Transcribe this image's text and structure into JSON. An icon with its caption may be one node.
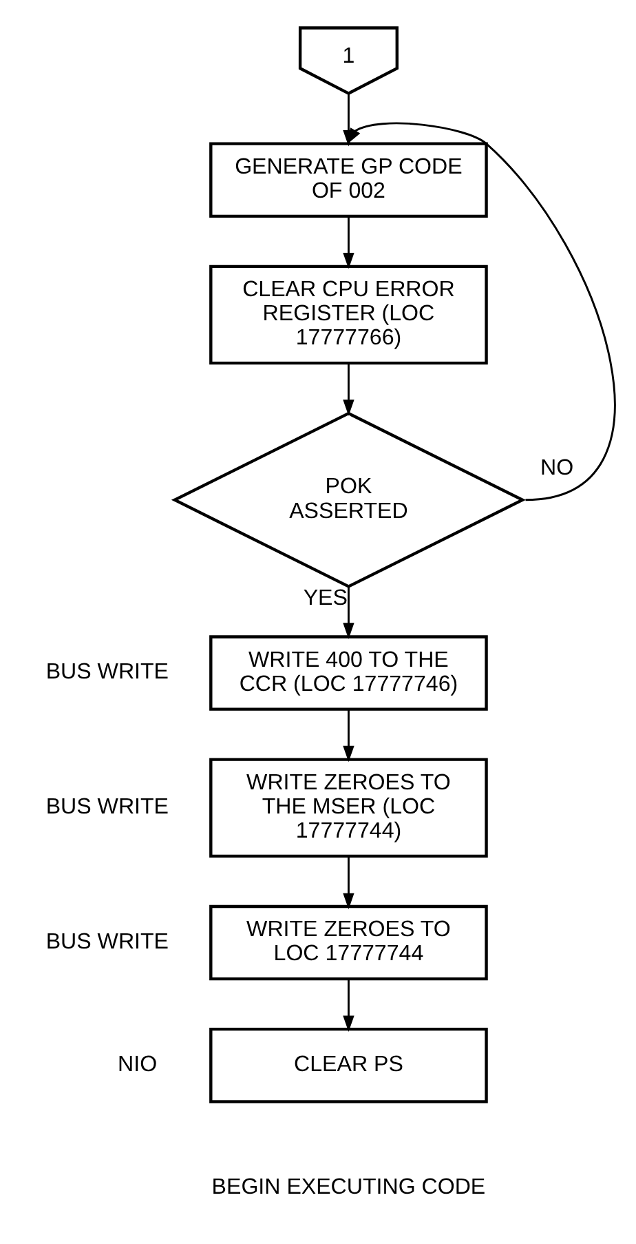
{
  "diagram": {
    "nodes": [
      {
        "text": [
          "1"
        ]
      },
      {
        "text": [
          "GENERATE GP CODE OF 002"
        ]
      },
      {
        "text": [
          "CLEAR CPU ERROR REGISTER (LOC 17777766)"
        ]
      },
      {
        "text": [
          "POK ASSERTED"
        ]
      },
      {
        "text": [
          "WRITE 400 TO THE CCR (LOC 17777746)"
        ],
        "beside": [
          "BUS WRITE"
        ]
      },
      {
        "text": [
          "WRITE ZEROES TO THE MSER (LOC 17777744)"
        ],
        "beside": [
          "BUS WRITE"
        ]
      },
      {
        "text": [
          "WRITE ZEROES TO LOC 17777744"
        ],
        "beside": [
          "BUS WRITE"
        ]
      },
      {
        "text": [
          "CLEAR PS"
        ],
        "beside": [
          "NIO",
          "BEGIN EXECUTING CODE"
        ]
      }
    ],
    "edges": [
      {
        "from": 0,
        "to": 1,
        "arrow": "to"
      },
      {
        "from": 1,
        "to": 2,
        "arrow": "to"
      },
      {
        "from": 2,
        "to": 3,
        "arrow": "to"
      },
      {
        "from": 3,
        "to": 1,
        "arrow": "to",
        "label": "NO"
      },
      {
        "from": 3,
        "to": 4,
        "arrow": "to",
        "label": "YES"
      },
      {
        "from": 4,
        "to": 5,
        "arrow": "to"
      },
      {
        "from": 5,
        "to": 6,
        "arrow": "to"
      },
      {
        "from": 6,
        "to": 7,
        "arrow": "to"
      }
    ]
  }
}
